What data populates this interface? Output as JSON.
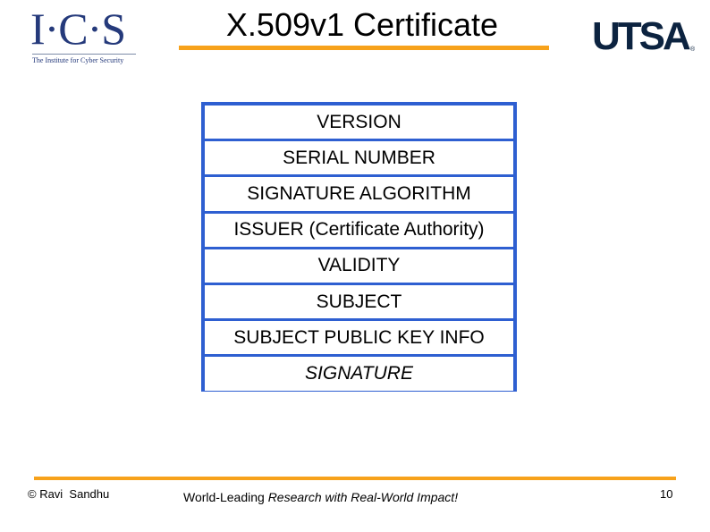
{
  "header": {
    "ics_logo": {
      "letters": "I·C·S",
      "tagline": "The Institute for Cyber Security"
    },
    "title": "X.509v1 Certificate",
    "utsa_logo": {
      "letters": "UTSA",
      "registered": "®"
    },
    "accent_color": "#f7a21b"
  },
  "certificate": {
    "border_color": "#2e5fd1",
    "fields": [
      {
        "label": "VERSION"
      },
      {
        "label": "SERIAL NUMBER"
      },
      {
        "label": "SIGNATURE ALGORITHM"
      },
      {
        "label": "ISSUER (Certificate Authority)"
      },
      {
        "label": "VALIDITY"
      },
      {
        "label": "SUBJECT"
      },
      {
        "label": "SUBJECT PUBLIC KEY INFO"
      },
      {
        "label": "SIGNATURE",
        "italic": true
      }
    ]
  },
  "footer": {
    "copyright": "© Ravi  Sandhu",
    "tagline_plain": "World-Leading ",
    "tagline_italic": "Research with Real-World Impact!",
    "page_number": "10"
  }
}
